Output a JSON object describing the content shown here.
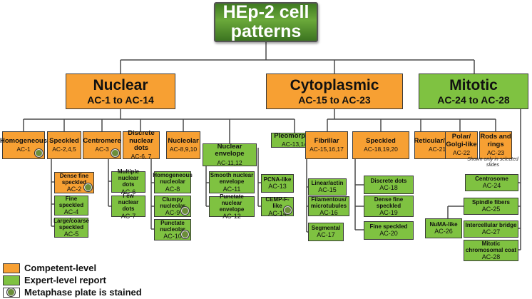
{
  "root": {
    "title_line1": "HEp-2 cell",
    "title_line2": "patterns"
  },
  "categories": {
    "nuclear": {
      "title": "Nuclear",
      "range": "AC-1 to AC-14"
    },
    "cytoplasmic": {
      "title": "Cytoplasmic",
      "range": "AC-15 to AC-23"
    },
    "mitotic": {
      "title": "Mitotic",
      "range": "AC-24 to AC-28"
    }
  },
  "nuclear": {
    "homogeneous": {
      "name": "Homogeneous",
      "code": "AC-1"
    },
    "speckled": {
      "name": "Speckled",
      "code": "AC-2,4,5"
    },
    "centromere": {
      "name": "Centromere",
      "code": "AC-3"
    },
    "discrete": {
      "name": "Discrete nuclear dots",
      "code": "AC-6, 7"
    },
    "nucleolar": {
      "name": "Nucleolar",
      "code": "AC-8,9,10"
    },
    "envelope": {
      "name": "Nuclear envelope",
      "code": "AC-11,12"
    },
    "pleomorphic": {
      "name": "Pleomorphic",
      "code": "AC-13,14"
    },
    "dense_fine": {
      "name": "Dense fine speckled",
      "code": "AC-2"
    },
    "fine_speckled": {
      "name": "Fine speckled",
      "code": "AC-4"
    },
    "large_coarse": {
      "name": "Large/coarse speckled",
      "code": "AC-5"
    },
    "multiple_dots": {
      "name": "Multiple nuclear dots",
      "code": "AC-6"
    },
    "few_dots": {
      "name": "Few nuclear dots",
      "code": "AC-7"
    },
    "homog_nucleolar": {
      "name": "Homogeneous nucleolar",
      "code": "AC-8"
    },
    "clumpy": {
      "name": "Clumpy nucleolar",
      "code": "AC-9"
    },
    "punctate_nucleolar": {
      "name": "Punctate nucleolar",
      "code": "AC-10"
    },
    "smooth_env": {
      "name": "Smooth nuclear envelope",
      "code": "AC-11"
    },
    "punctate_env": {
      "name": "Punctate nuclear envelope",
      "code": "AC-12"
    },
    "pcna": {
      "name": "PCNA-like",
      "code": "AC-13"
    },
    "cemp": {
      "name": "CEMP-F-like",
      "code": "AC-14"
    }
  },
  "cytoplasmic": {
    "fibrillar": {
      "name": "Fibrillar",
      "code": "AC-15,16,17"
    },
    "speckled": {
      "name": "Speckled",
      "code": "AC-18,19,20"
    },
    "reticular": {
      "name": "Reticular/AMA",
      "code": "AC-21"
    },
    "polar": {
      "name": "Polar/ Golgi-like",
      "code": "AC-22"
    },
    "rods": {
      "name": "Rods and rings",
      "code": "AC-23"
    },
    "linear": {
      "name": "Linear/actin",
      "code": "AC-15"
    },
    "filamentous": {
      "name": "Filamentous/ microtubules",
      "code": "AC-16"
    },
    "segmental": {
      "name": "Segmental",
      "code": "AC-17"
    },
    "discrete_dots": {
      "name": "Discrete dots",
      "code": "AC-18"
    },
    "dense_fine": {
      "name": "Dense fine speckled",
      "code": "AC-19"
    },
    "fine_speckled": {
      "name": "Fine speckled",
      "code": "AC-20"
    },
    "rods_note": "Shown only in selected slides"
  },
  "mitotic": {
    "centrosome": {
      "name": "Centrosome",
      "code": "AC-24"
    },
    "spindle": {
      "name": "Spindle fibers",
      "code": "AC-25"
    },
    "numa": {
      "name": "NuMA-like",
      "code": "AC-26"
    },
    "bridge": {
      "name": "Intercellular bridge",
      "code": "AC-27"
    },
    "chromosomal": {
      "name": "Mitotic chromosomal coat",
      "code": "AC-28"
    }
  },
  "legend": {
    "competent": "Competent-level",
    "expert": "Expert-level report",
    "metaphase": "Metaphase plate is stained"
  },
  "colors": {
    "competent": "#f7a033",
    "expert": "#7fc241",
    "root": "#4e8a2b"
  }
}
